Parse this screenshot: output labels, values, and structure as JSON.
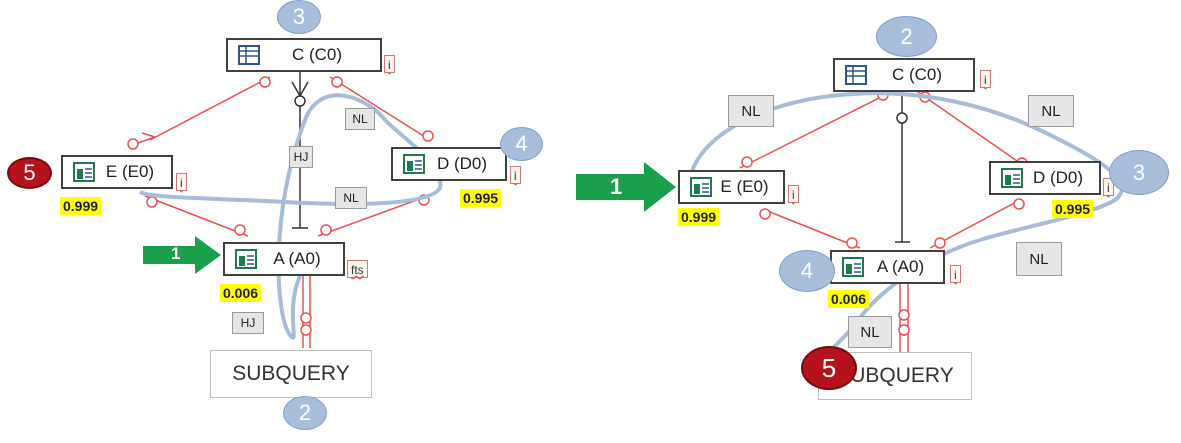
{
  "left": {
    "nodes": {
      "c": {
        "label": "C (C0)",
        "flag": "i"
      },
      "e": {
        "label": "E (E0)",
        "flag": "i",
        "selectivity": "0.999"
      },
      "d": {
        "label": "D (D0)",
        "flag": "i",
        "selectivity": "0.995"
      },
      "a": {
        "label": "A (A0)",
        "flag": "fts",
        "selectivity": "0.006"
      }
    },
    "subquery": "SUBQUERY",
    "joins": {
      "hj_upper": "HJ",
      "nl_upper": "NL",
      "nl_mid": "NL",
      "hj_lower": "HJ"
    },
    "order": {
      "c": "3",
      "d": "4",
      "e": "5",
      "a": "1",
      "subquery": "2"
    }
  },
  "right": {
    "nodes": {
      "c": {
        "label": "C (C0)",
        "flag": "i"
      },
      "e": {
        "label": "E (E0)",
        "flag": "i",
        "selectivity": "0.999"
      },
      "d": {
        "label": "D (D0)",
        "flag": "i",
        "selectivity": "0.995"
      },
      "a": {
        "label": "A (A0)",
        "flag": "i",
        "selectivity": "0.006"
      }
    },
    "subquery": "SUBQUERY",
    "joins": {
      "nl_left": "NL",
      "nl_topright": "NL",
      "nl_right": "NL",
      "nl_bottom": "NL"
    },
    "order": {
      "c": "2",
      "d": "3",
      "a": "4",
      "e": "1",
      "subquery": "5"
    }
  },
  "colors": {
    "edge": "#f05050",
    "path": "#a7bcd9",
    "start_arrow": "#1aa04a",
    "last_step": "#b5121b",
    "selectivity_bg": "#ffff00"
  }
}
